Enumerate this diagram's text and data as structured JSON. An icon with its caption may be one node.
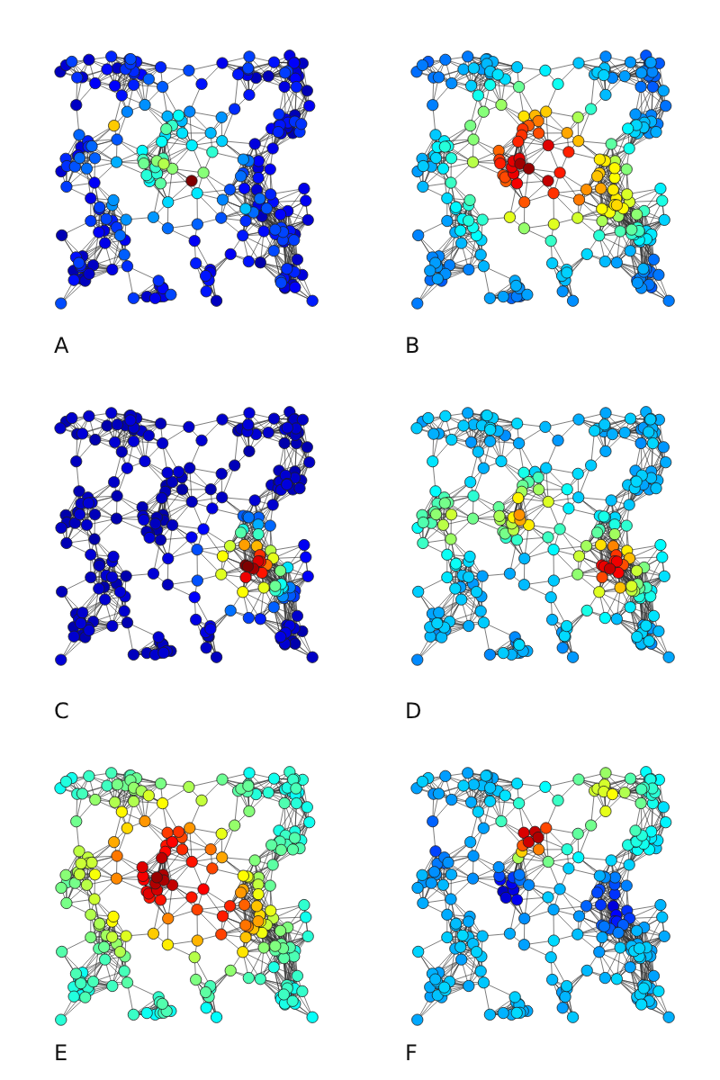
{
  "diagram": {
    "labels": [
      "A",
      "B",
      "C",
      "D",
      "E",
      "F"
    ]
  }
}
